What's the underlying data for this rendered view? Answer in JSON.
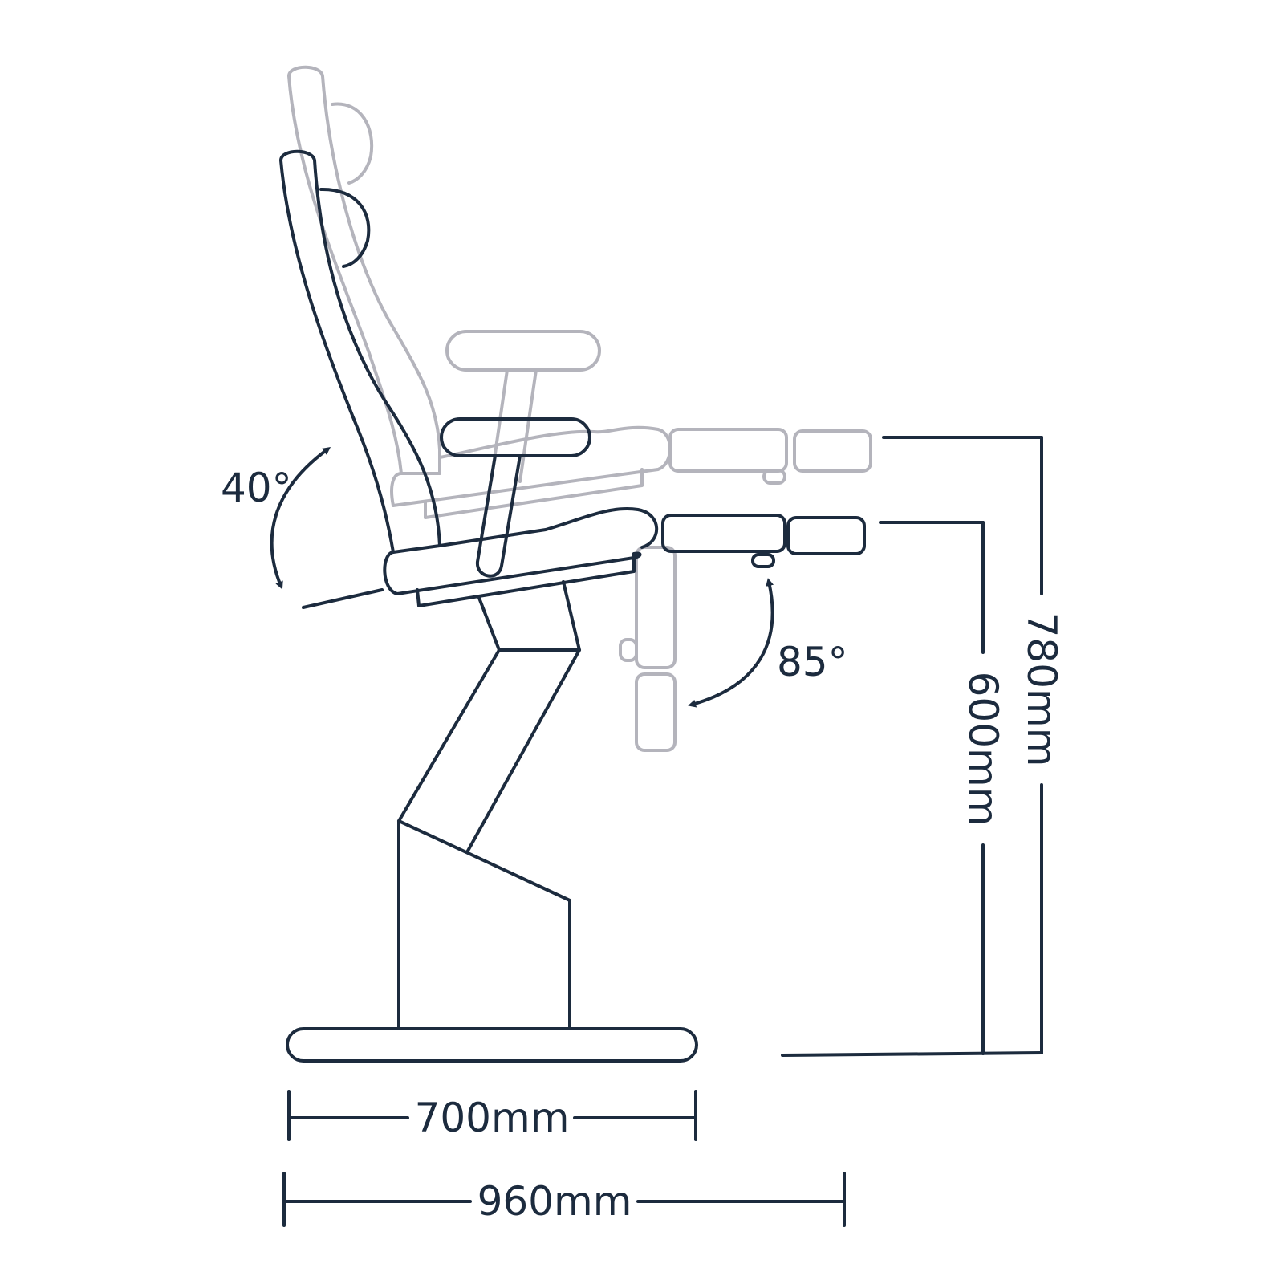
{
  "colors": {
    "primary": "#1c2b3e",
    "ghost": "#b4b4bc",
    "background": "#ffffff"
  },
  "labels": {
    "backrest_angle": "40°",
    "legrest_angle": "85°",
    "base_width": "700mm",
    "total_length": "960mm",
    "seat_height": "600mm",
    "max_height": "780mm"
  }
}
